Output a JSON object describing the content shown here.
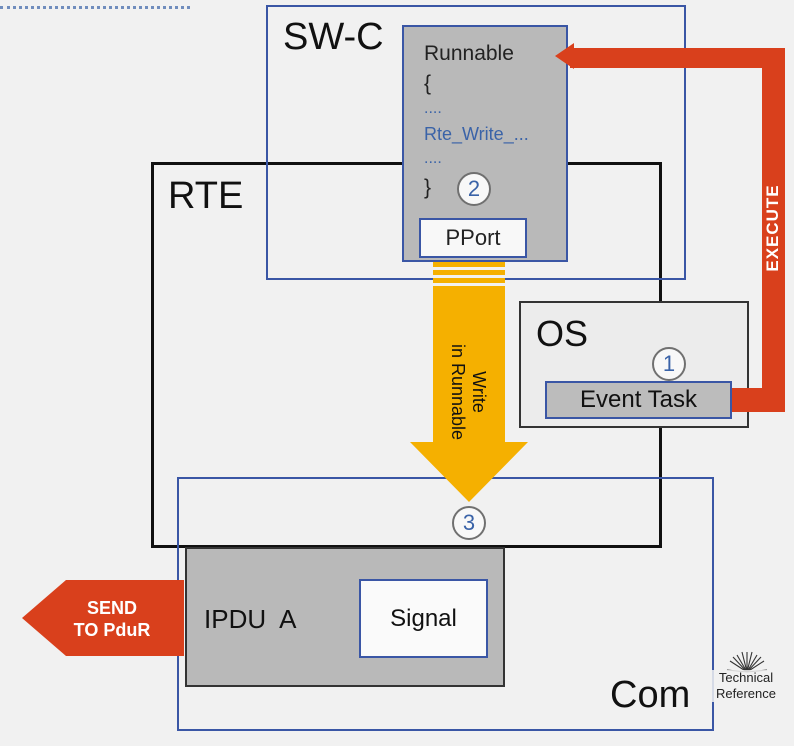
{
  "sw_c": {
    "title": "SW-C"
  },
  "runnable": {
    "lines": [
      "Runnable",
      "{",
      "....",
      "Rte_Write_...",
      "....",
      "}"
    ]
  },
  "pport": {
    "label": "PPort"
  },
  "rte": {
    "title": "RTE"
  },
  "os": {
    "title": "OS",
    "event_task": "Event Task"
  },
  "execute": {
    "label": "EXECUTE"
  },
  "write_arrow": {
    "line1": "Write",
    "line2": "in Runnable"
  },
  "com": {
    "title": "Com"
  },
  "ipdu": {
    "label": "IPDU  A",
    "signal": "Signal"
  },
  "send": {
    "line1": "SEND",
    "line2": "TO PduR"
  },
  "steps": {
    "one": "1",
    "two": "2",
    "three": "3"
  },
  "logo": {
    "line1": "Technical",
    "line2": "Reference"
  },
  "colors": {
    "blue_border": "#3a56a5",
    "red_arrow": "#d9401c",
    "yellow_arrow": "#f5b000",
    "text_blue": "#3a63a8"
  }
}
